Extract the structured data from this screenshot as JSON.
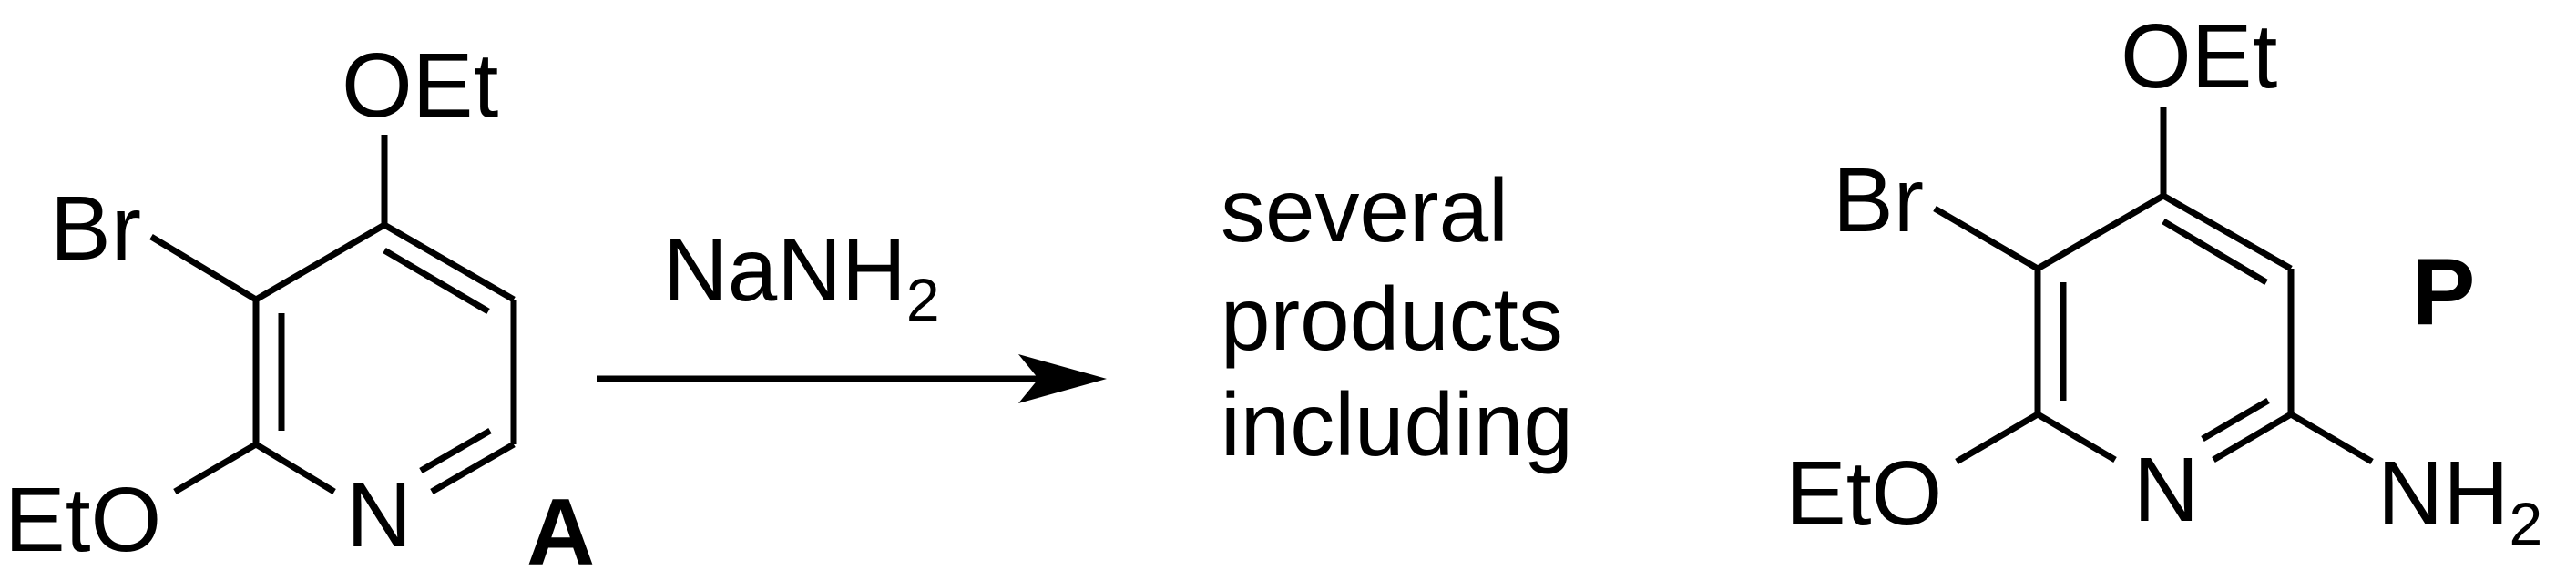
{
  "reactant": {
    "label": "A",
    "atoms": {
      "oet_top": "OEt",
      "br": "Br",
      "eto": "EtO",
      "n": "N"
    }
  },
  "reagent": {
    "main": "NaNH",
    "subscript": "2"
  },
  "result_text": {
    "line1": "several",
    "line2": "products",
    "line3": "including"
  },
  "product": {
    "label": "P",
    "atoms": {
      "oet_top": "OEt",
      "br": "Br",
      "eto": "EtO",
      "n": "N",
      "nh": "NH",
      "nh_subscript": "2"
    }
  },
  "colors": {
    "ink": "#000000",
    "background": "#ffffff"
  }
}
